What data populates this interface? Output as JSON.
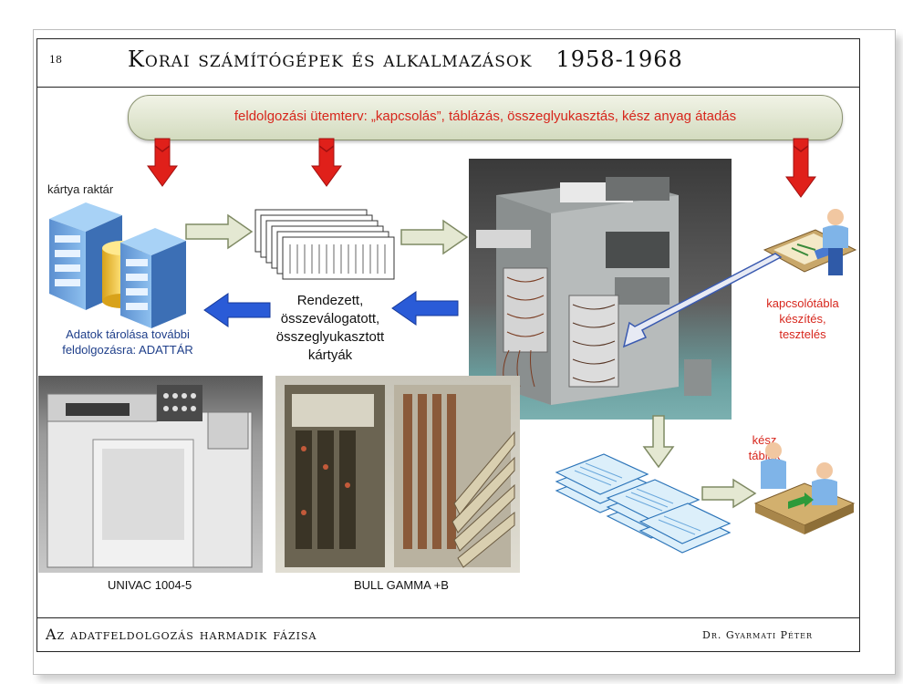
{
  "header": {
    "slide_number": "18",
    "title": "Korai számítógépek és alkalmazások",
    "years": "1958-1968"
  },
  "banner": {
    "text": "feldolgozási ütemterv: „kapcsolás”, táblázás, összeglyukasztás, kész anyag átadás"
  },
  "labels": {
    "card_storage": "kártya raktár",
    "data_storage_line1": "Adatok tárolása további",
    "data_storage_line2": "feldolgozásra: ADATTÁR",
    "cards_line1": "Rendezett,",
    "cards_line2": "összeválogatott,",
    "cards_line3": "összeglyukasztott",
    "cards_line4": "kártyák",
    "plugboard_line1": "kapcsolótábla",
    "plugboard_line2": "készítés,",
    "plugboard_line3": "tesztelés",
    "ready_line1": "kész",
    "ready_line2": "táblák"
  },
  "captions": {
    "univac": "UNIVAC 1004-5",
    "bull": "BULL GAMMA +B"
  },
  "footer": {
    "left": "Az adatfeldolgozás harmadik fázisa",
    "right": "Dr. Gyarmati Péter"
  },
  "colors": {
    "red_arrow": "#e0201a",
    "blue_arrow": "#2a5bd7",
    "gray_arrow": "#e4e8d2",
    "banner_text": "#d7261c"
  }
}
